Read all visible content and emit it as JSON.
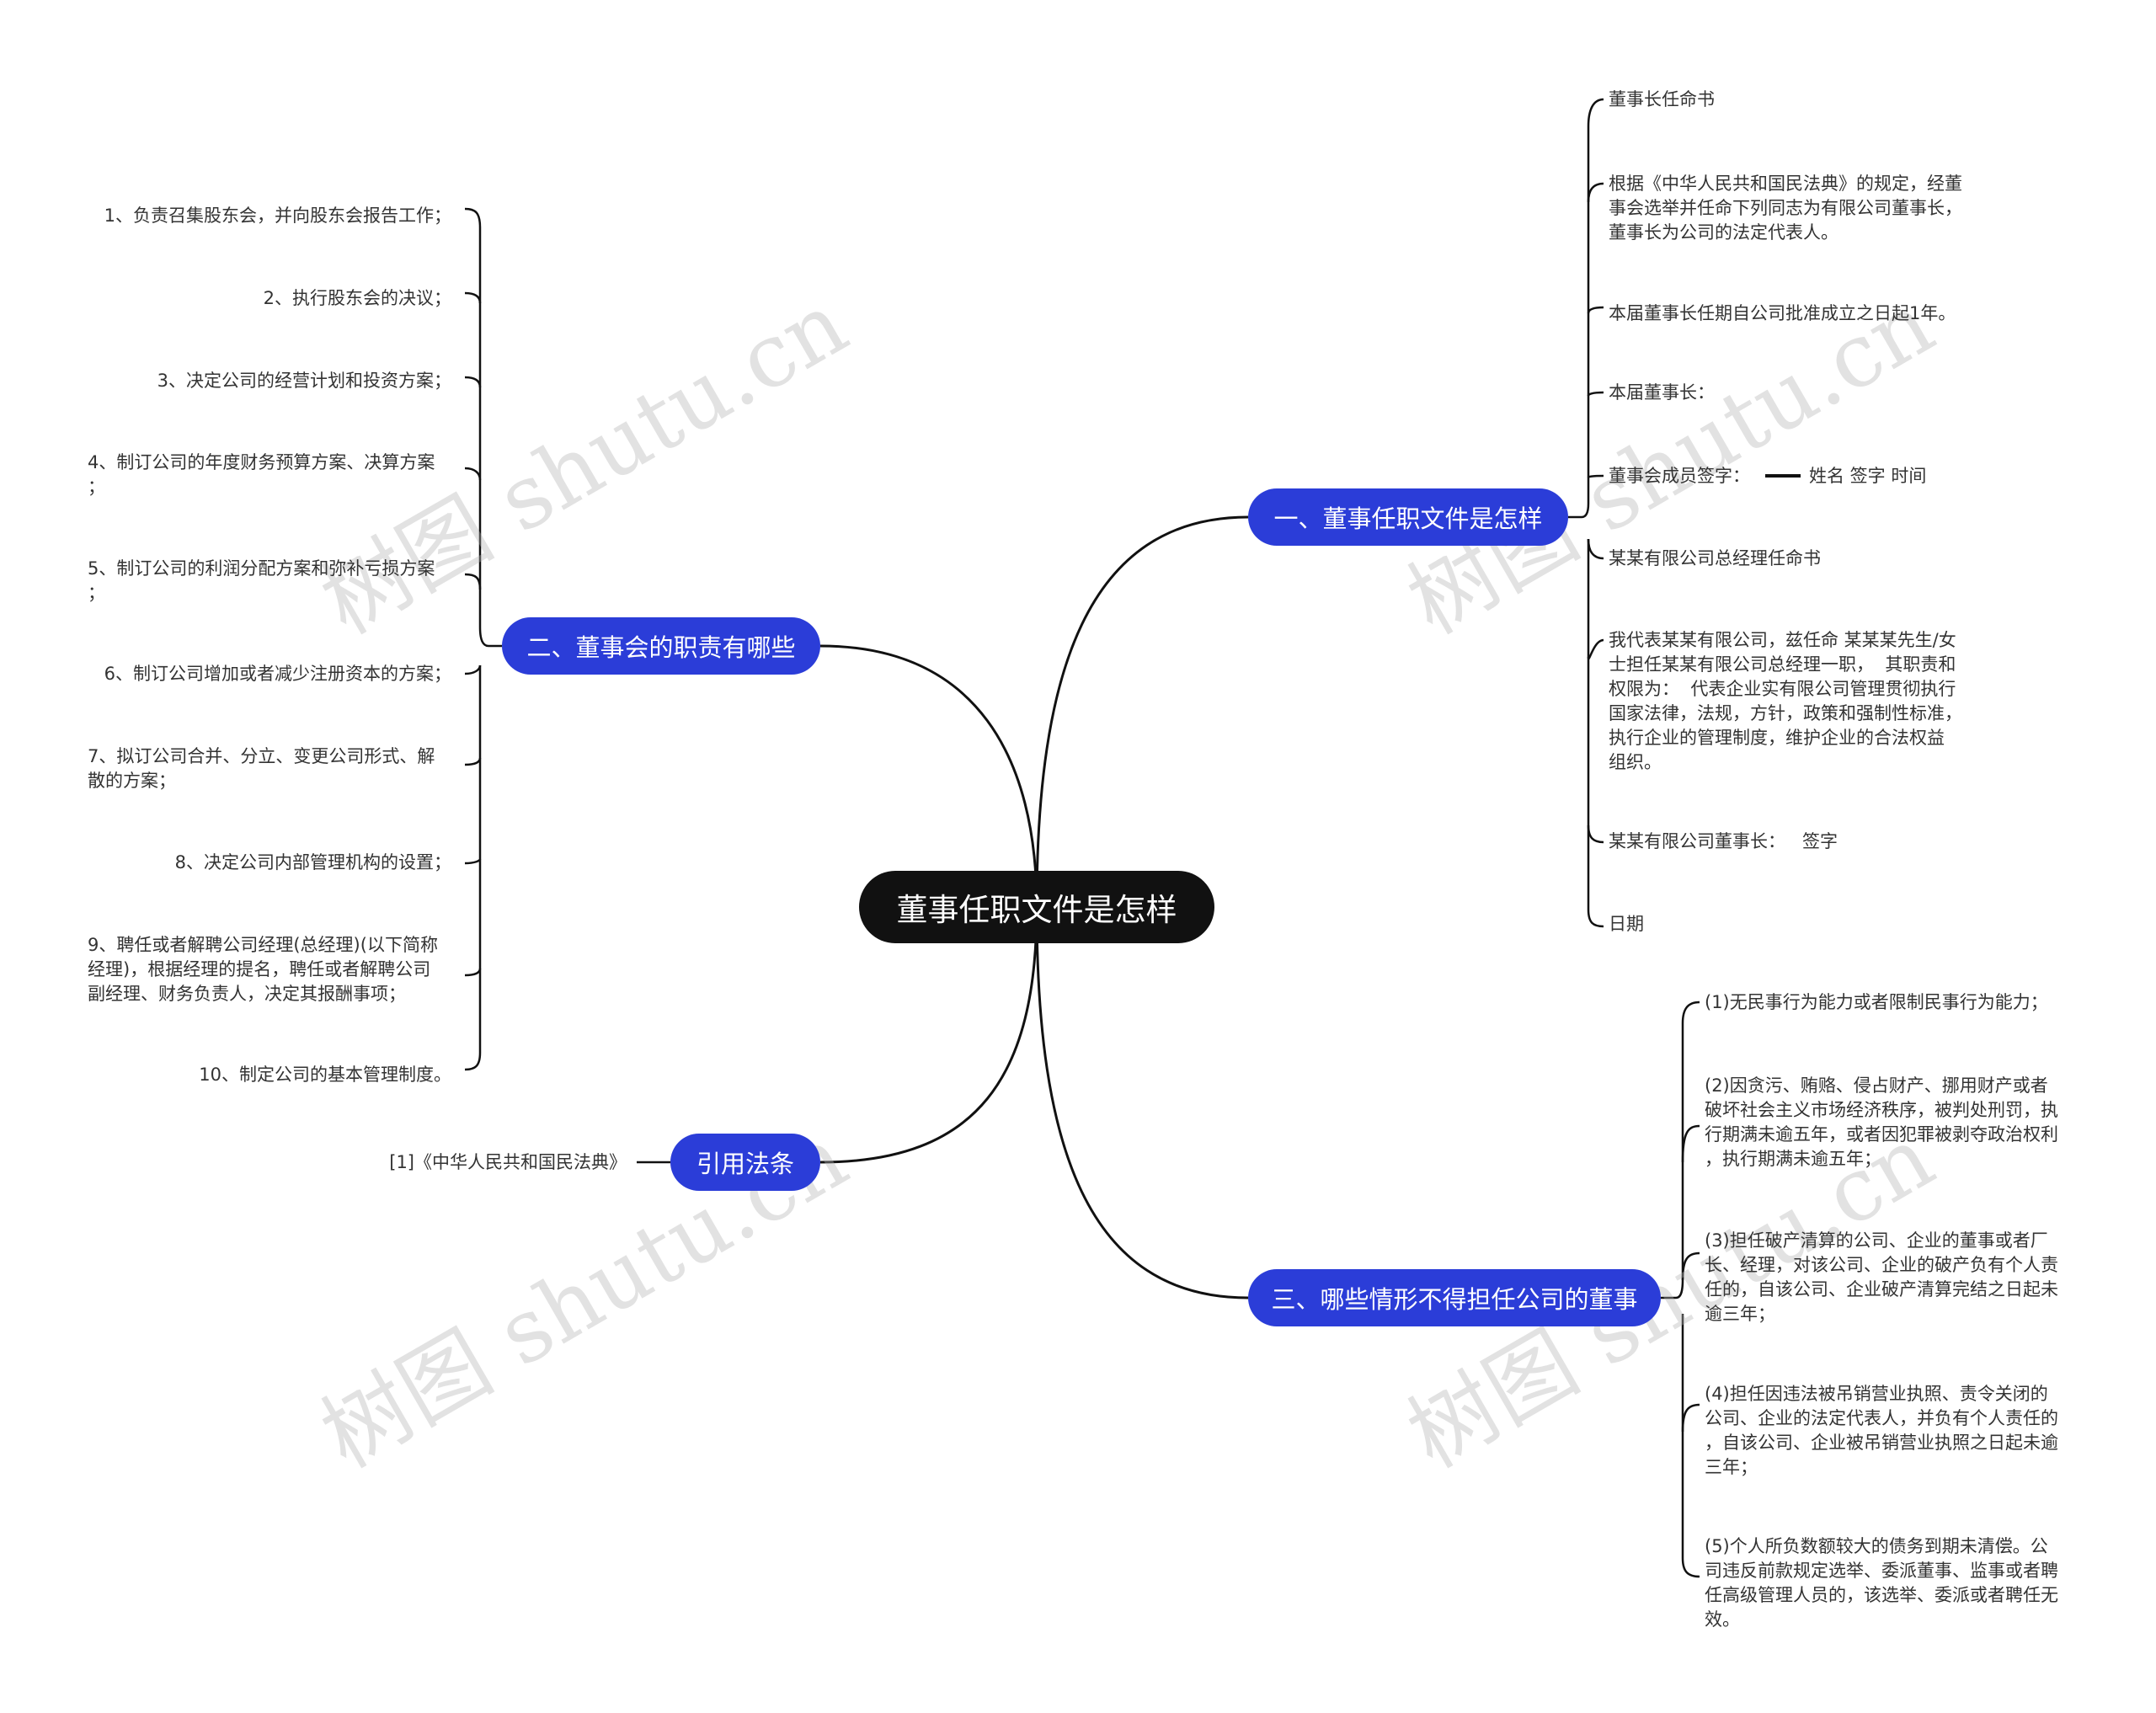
{
  "root": {
    "label": "董事任职文件是怎样"
  },
  "branch1": {
    "label": "一、董事任职文件是怎样",
    "items": [
      "董事长任命书",
      "根据《中华人民共和国民法典》的规定，经董\n事会选举并任命下列同志为有限公司董事长，\n董事长为公司的法定代表人。",
      "本届董事长任期自公司批准成立之日起1年。",
      "本届董事长：",
      "董事会成员签字：",
      "某某有限公司总经理任命书",
      "我代表某某有限公司，兹任命 某某某先生/女\n士担任某某有限公司总经理一职，  其职责和\n权限为：  代表企业实有限公司管理贯彻执行\n国家法律，法规，方针，政策和强制性标准，\n执行企业的管理制度，维护企业的合法权益\n组织。",
      "某某有限公司董事长：   签字",
      "日期"
    ],
    "sub_label": "姓名 签字 时间"
  },
  "branch2": {
    "label": "二、董事会的职责有哪些",
    "items": [
      "1、负责召集股东会，并向股东会报告工作；",
      "2、执行股东会的决议；",
      "3、决定公司的经营计划和投资方案；",
      "4、制订公司的年度财务预算方案、决算方案\n；",
      "5、制订公司的利润分配方案和弥补亏损方案\n；",
      "6、制订公司增加或者减少注册资本的方案；",
      "7、拟订公司合并、分立、变更公司形式、解\n散的方案；",
      "8、决定公司内部管理机构的设置；",
      "9、聘任或者解聘公司经理(总经理)(以下简称\n经理)，根据经理的提名，聘任或者解聘公司\n副经理、财务负责人，决定其报酬事项；",
      "10、制定公司的基本管理制度。"
    ]
  },
  "branch3": {
    "label": "三、哪些情形不得担任公司的董事",
    "items": [
      "(1)无民事行为能力或者限制民事行为能力；",
      "(2)因贪污、贿赂、侵占财产、挪用财产或者\n破坏社会主义市场经济秩序，被判处刑罚，执\n行期满未逾五年，或者因犯罪被剥夺政治权利\n，执行期满未逾五年；",
      "(3)担任破产清算的公司、企业的董事或者厂\n长、经理，对该公司、企业的破产负有个人责\n任的，自该公司、企业破产清算完结之日起未\n逾三年；",
      "(4)担任因违法被吊销营业执照、责令关闭的\n公司、企业的法定代表人，并负有个人责任的\n，自该公司、企业被吊销营业执照之日起未逾\n三年；",
      "(5)个人所负数额较大的债务到期未清偿。公\n司违反前款规定选举、委派董事、监事或者聘\n任高级管理人员的，该选举、委派或者聘任无\n效。"
    ]
  },
  "branch4": {
    "label": "引用法条",
    "items": [
      "[1]《中华人民共和国民法典》"
    ]
  },
  "watermark": "树图 shutu.cn"
}
